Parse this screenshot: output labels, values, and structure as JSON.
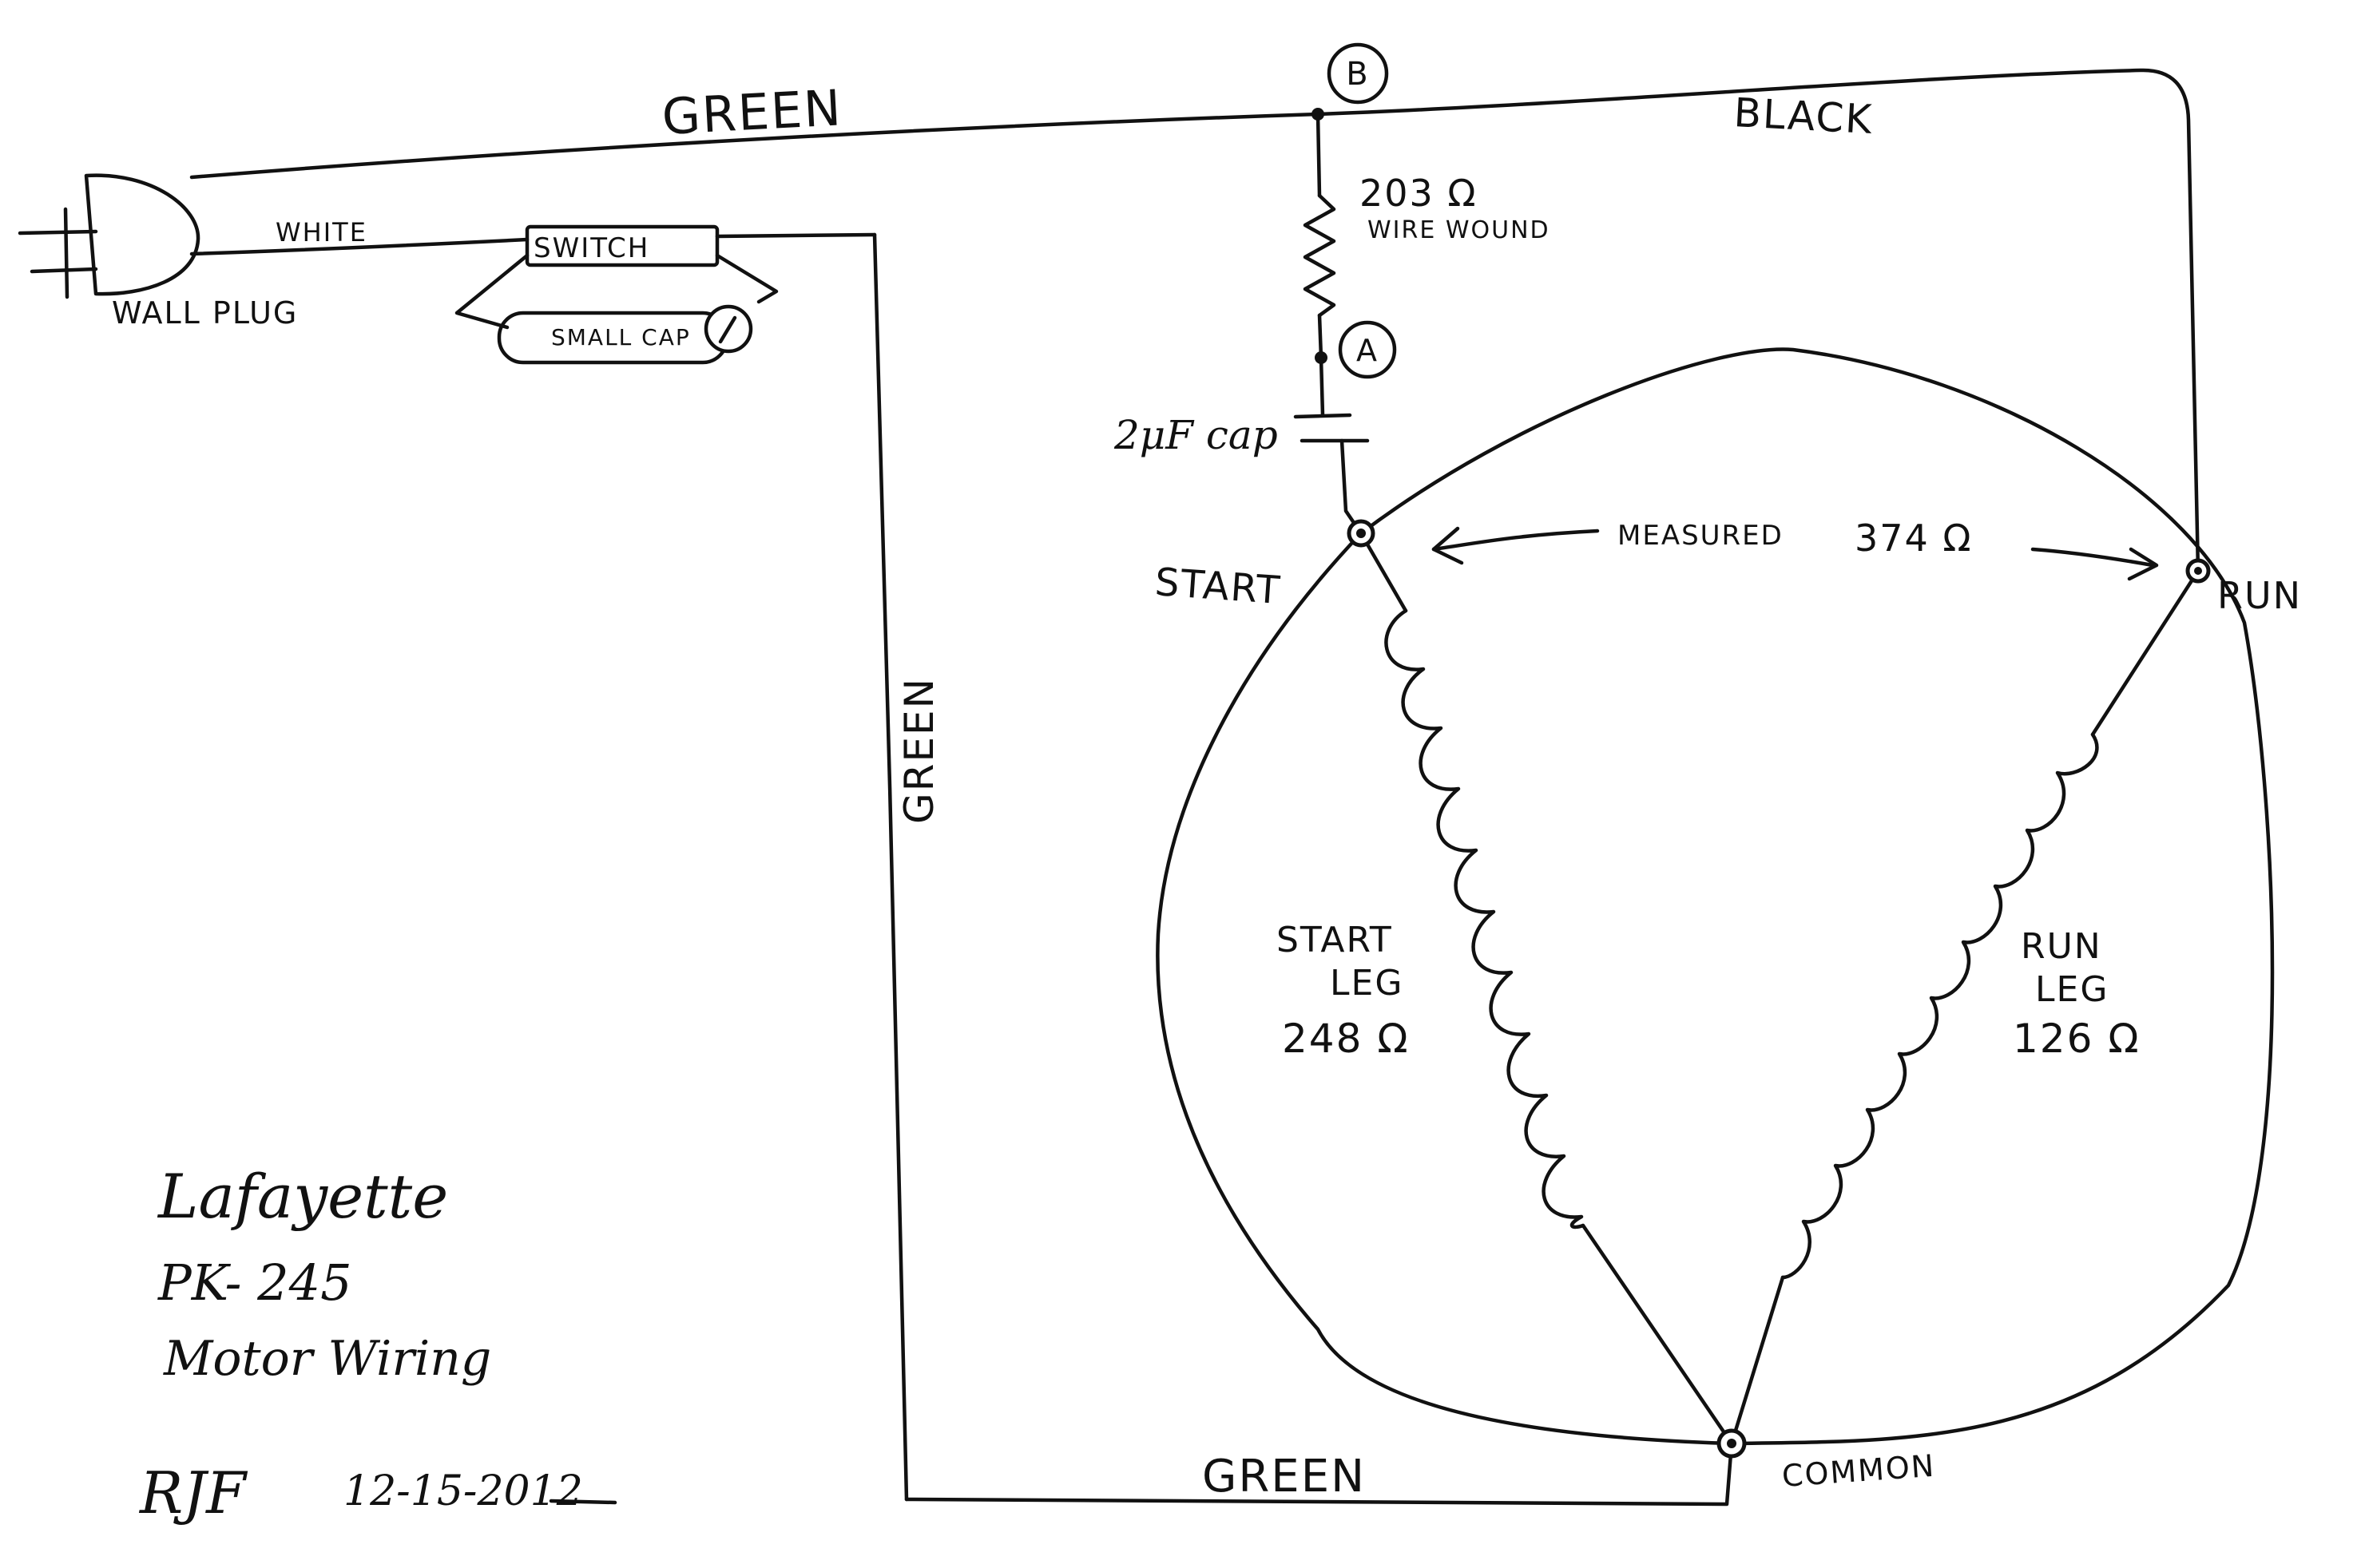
{
  "wire_labels": {
    "top_green": "GREEN",
    "black": "BLACK",
    "white": "WHITE",
    "vertical_green": "GREEN",
    "bottom_green": "GREEN"
  },
  "components": {
    "wall_plug": "WALL PLUG",
    "switch": "SWITCH",
    "small_cap": "SMALL CAP",
    "resistor_value": "203 Ω",
    "resistor_type": "WIRE WOUND",
    "capacitor": "2μF cap",
    "node_a": "A",
    "node_b": "B"
  },
  "terminals": {
    "start": "START",
    "run": "RUN",
    "common": "COMMON"
  },
  "measurement": {
    "label": "MEASURED",
    "value": "374 Ω"
  },
  "legs": {
    "start_line1": "START",
    "start_line2": "LEG",
    "start_value": "248 Ω",
    "run_line1": "RUN",
    "run_line2": "LEG",
    "run_value": "126 Ω"
  },
  "title": {
    "line1": "Lafayette",
    "line2": "PK- 245",
    "line3": "Motor Wiring"
  },
  "signature": {
    "initials": "RJF",
    "date": "12-15-2012"
  }
}
